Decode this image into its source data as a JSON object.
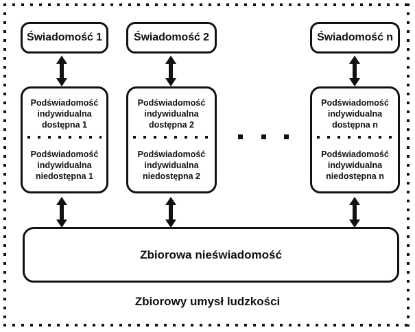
{
  "diagram": {
    "title_caption": "Zbiorowy umysł ludzkości",
    "columns": [
      {
        "conscious_label": "Świadomość 1",
        "sub_available_line1": "Podświadomość",
        "sub_available_line2": "indywidualna",
        "sub_available_line3": "dostępna 1",
        "sub_unavailable_line1": "Podświadomość",
        "sub_unavailable_line2": "indywidualna",
        "sub_unavailable_line3": "niedostępna 1"
      },
      {
        "conscious_label": "Świadomość 2",
        "sub_available_line1": "Podświadomość",
        "sub_available_line2": "indywidualna",
        "sub_available_line3": "dostępna 2",
        "sub_unavailable_line1": "Podświadomość",
        "sub_unavailable_line2": "indywidualna",
        "sub_unavailable_line3": "niedostępna 2"
      },
      {
        "conscious_label": "Świadomość n",
        "sub_available_line1": "Podświadomość",
        "sub_available_line2": "indywidualna",
        "sub_available_line3": "dostępna n",
        "sub_unavailable_line1": "Podświadomość",
        "sub_unavailable_line2": "indywidualna",
        "sub_unavailable_line3": "niedostępna n"
      }
    ],
    "collective_label": "Zbiorowa nieświadomość",
    "colors": {
      "stroke": "#111111",
      "background": "#ffffff",
      "text": "#111111"
    }
  }
}
